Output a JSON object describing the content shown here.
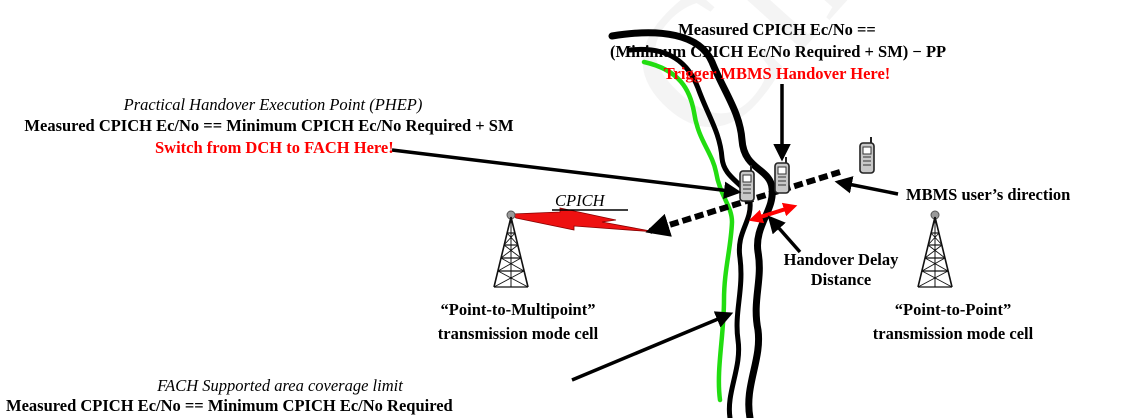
{
  "top_callout": {
    "line1": "Measured CPICH Ec/No ==",
    "line2": "(Minimum CPICH Ec/No Required + SM) − PP",
    "line3": "Trigger MBMS Handover Here!"
  },
  "phep_callout": {
    "title": "Practical Handover Execution Point (PHEP)",
    "line2": "Measured CPICH Ec/No == Minimum CPICH Ec/No Required + SM",
    "line3": "Switch from DCH to FACH Here!"
  },
  "cpich_label": "CPICH",
  "direction_label": "MBMS user’s direction",
  "handover_delay": {
    "line1": "Handover Delay",
    "line2": "Distance"
  },
  "ptm_cell": {
    "line1": "“Point-to-Multipoint”",
    "line2": "transmission mode cell"
  },
  "ptp_cell": {
    "line1": "“Point-to-Point”",
    "line2": "transmission mode cell"
  },
  "fach_callout": {
    "title": "FACH Supported area coverage limit",
    "line2": "Measured CPICH Ec/No == Minimum CPICH Ec/No Required"
  },
  "watermark_text": "Christop",
  "colors": {
    "highlight_red": "#ff0000",
    "boundary_green": "#22dd11",
    "boundary_black": "#000000",
    "cpich_red": "#ee1111"
  },
  "icons": [
    "tower-left-icon",
    "tower-right-icon",
    "mobile-phone-icon"
  ]
}
